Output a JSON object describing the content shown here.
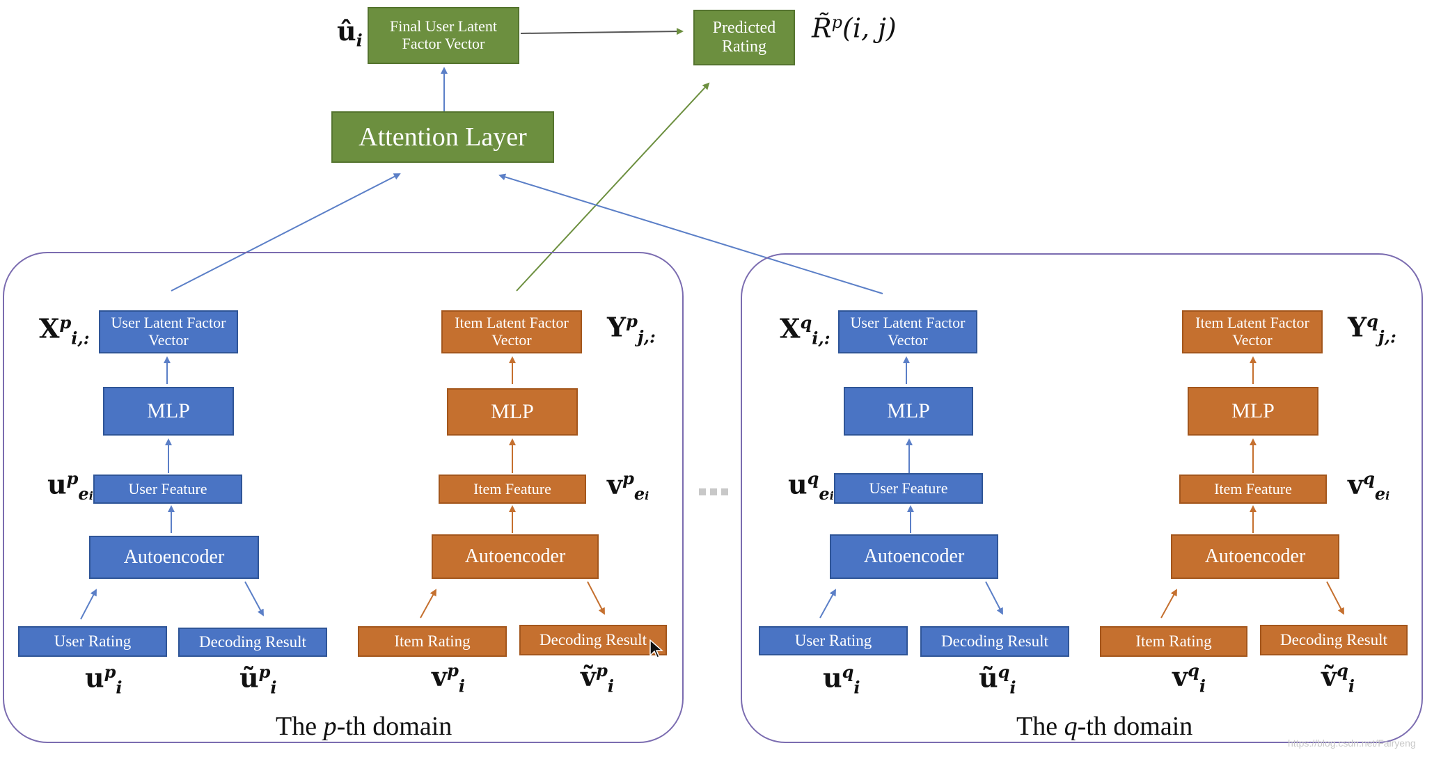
{
  "top": {
    "final_vector": "Final User Latent Factor Vector",
    "predicted": "Predicted Rating",
    "attention": "Attention Layer",
    "u_hat": {
      "base": "û",
      "sub": "i"
    },
    "r_tilde": {
      "base": "R̃",
      "sup": "p",
      "args": "(i, j)"
    }
  },
  "p_domain": {
    "caption_pre": "The ",
    "caption_var": "p",
    "caption_post": "-th domain",
    "user_latent": "User Latent Factor Vector",
    "user_mlp": "MLP",
    "user_feature": "User Feature",
    "user_autoencoder": "Autoencoder",
    "user_rating": "User Rating",
    "user_decoding": "Decoding Result",
    "item_latent": "Item Latent Factor Vector",
    "item_mlp": "MLP",
    "item_feature": "Item Feature",
    "item_autoencoder": "Autoencoder",
    "item_rating": "Item Rating",
    "item_decoding": "Decoding Result",
    "x_sym": {
      "base": "X",
      "sup": "p",
      "sub": "i,:"
    },
    "y_sym": {
      "base": "Y",
      "sup": "p",
      "sub": "j,:"
    },
    "ue_sym": {
      "base": "u",
      "sup": "p",
      "sub": "e",
      "subsub": "i"
    },
    "ve_sym": {
      "base": "v",
      "sup": "p",
      "sub": "e",
      "subsub": "i"
    },
    "u_sym": {
      "base": "u",
      "sup": "p",
      "sub": "i"
    },
    "ut_sym": {
      "base": "ũ",
      "sup": "p",
      "sub": "i"
    },
    "v_sym": {
      "base": "v",
      "sup": "p",
      "sub": "i"
    },
    "vt_sym": {
      "base": "ṽ",
      "sup": "p",
      "sub": "i"
    }
  },
  "q_domain": {
    "caption_pre": "The ",
    "caption_var": "q",
    "caption_post": "-th domain",
    "user_latent": "User Latent Factor Vector",
    "user_mlp": "MLP",
    "user_feature": "User Feature",
    "user_autoencoder": "Autoencoder",
    "user_rating": "User Rating",
    "user_decoding": "Decoding Result",
    "item_latent": "Item Latent Factor Vector",
    "item_mlp": "MLP",
    "item_feature": "Item Feature",
    "item_autoencoder": "Autoencoder",
    "item_rating": "Item Rating",
    "item_decoding": "Decoding Result",
    "x_sym": {
      "base": "X",
      "sup": "q",
      "sub": "i,:"
    },
    "y_sym": {
      "base": "Y",
      "sup": "q",
      "sub": "j,:"
    },
    "ue_sym": {
      "base": "u",
      "sup": "q",
      "sub": "e",
      "subsub": "i"
    },
    "ve_sym": {
      "base": "v",
      "sup": "q",
      "sub": "e",
      "subsub": "i"
    },
    "u_sym": {
      "base": "u",
      "sup": "q",
      "sub": "i"
    },
    "ut_sym": {
      "base": "ũ",
      "sup": "q",
      "sub": "i"
    },
    "v_sym": {
      "base": "v",
      "sup": "q",
      "sub": "i"
    },
    "vt_sym": {
      "base": "ṽ",
      "sup": "q",
      "sub": "i"
    }
  },
  "watermark": "https://blog.csdn.net/Fairyeng",
  "colors": {
    "green": "#6c8f3f",
    "blue": "#4a74c4",
    "orange": "#c5702f",
    "domain_border": "#7b6cb0"
  }
}
